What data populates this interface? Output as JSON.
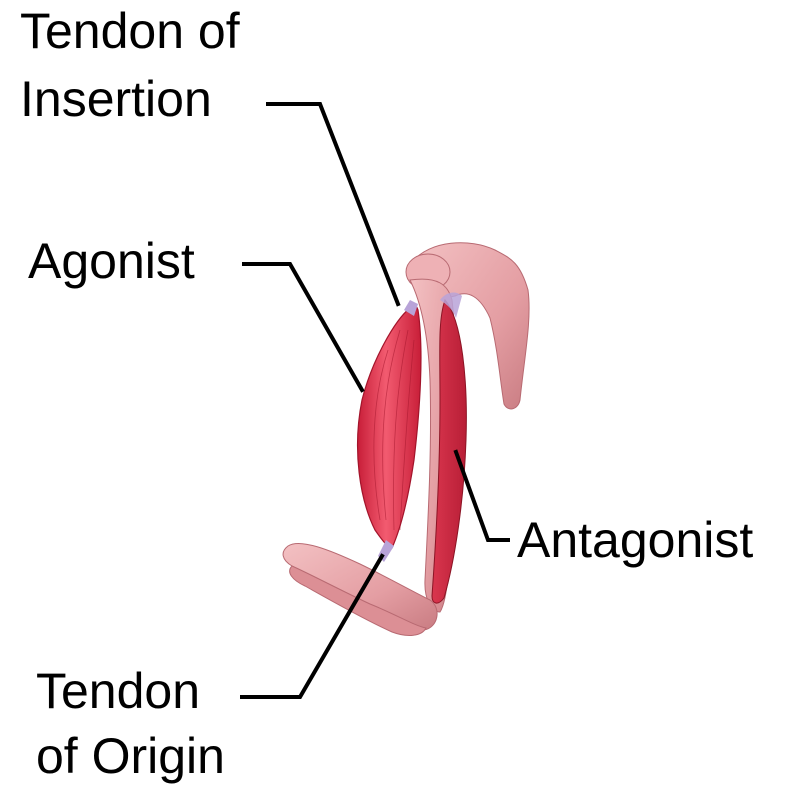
{
  "labels": {
    "tendon_of_insertion": {
      "line1": "Tendon of",
      "line2": "Insertion"
    },
    "agonist": "Agonist",
    "antagonist": "Antagonist",
    "tendon_of_origin": {
      "line1": "Tendon",
      "line2": "of Origin"
    }
  },
  "colors": {
    "background": "#ffffff",
    "text": "#000000",
    "leader_line": "#000000",
    "bone": "#e8a3a6",
    "bone_shadow": "#c9797f",
    "muscle": "#e0304a",
    "muscle_light": "#f05a6e",
    "tendon": "#b8a3d8"
  }
}
